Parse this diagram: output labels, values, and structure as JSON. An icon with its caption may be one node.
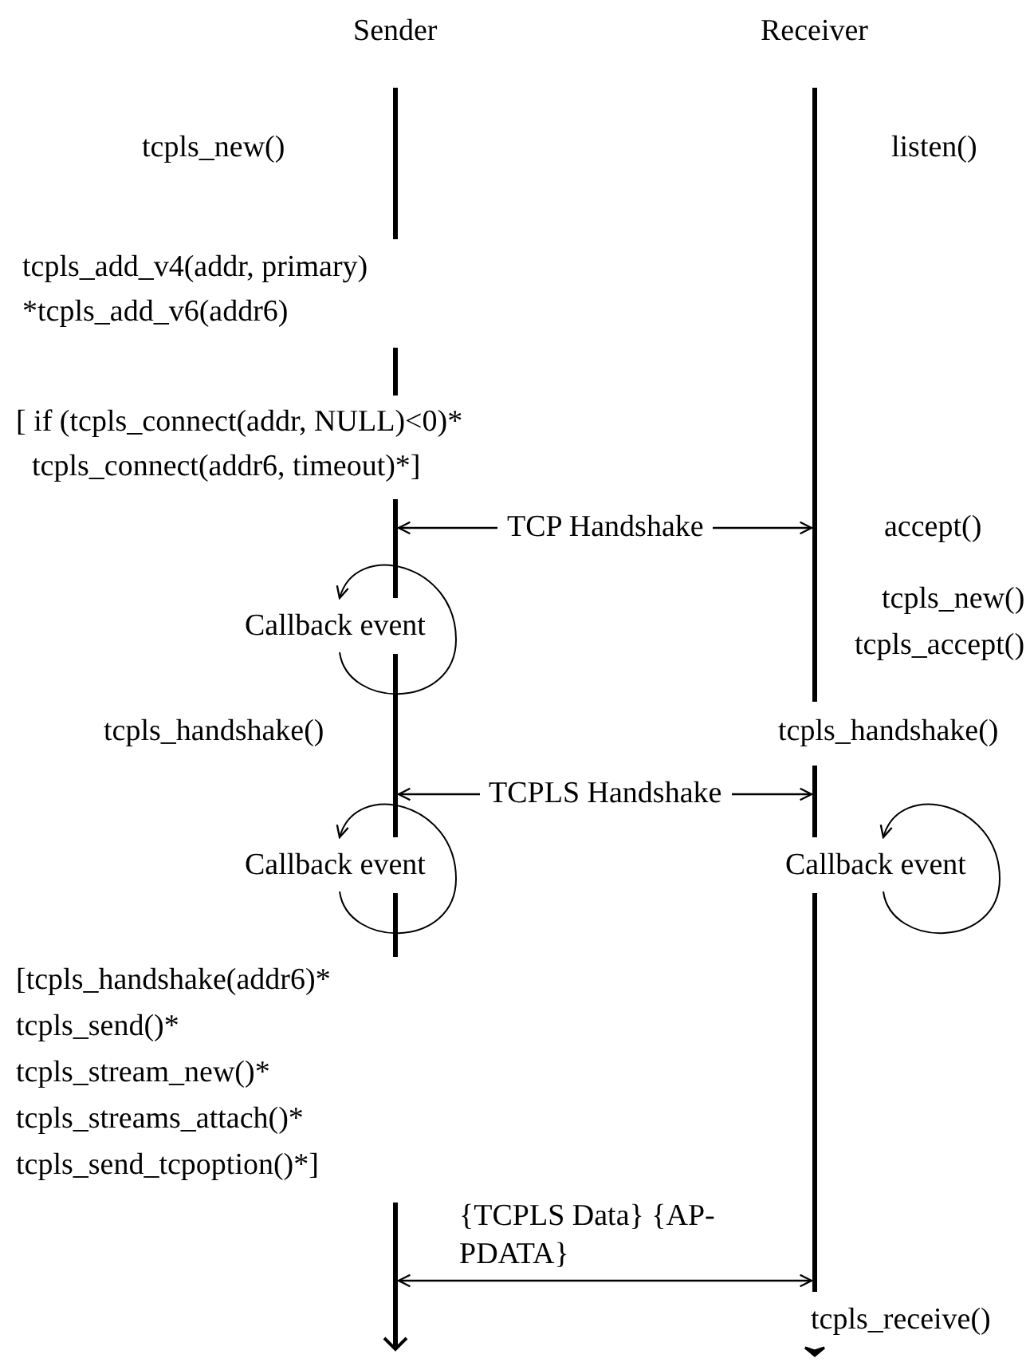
{
  "diagram": {
    "nodes": [
      {
        "text": [
          "Sender"
        ]
      },
      {
        "text": [
          "Receiver"
        ]
      }
    ],
    "edges": [
      {
        "from": 0,
        "to": 1,
        "arrow": "both",
        "label": "TCP Handshake"
      },
      {
        "from": 0,
        "to": 1,
        "arrow": "both",
        "label": "TCPLS Handshake"
      },
      {
        "from": 0,
        "to": 1,
        "arrow": "both",
        "label": "{TCPLS Data} {AP- PDATA}"
      }
    ],
    "labels": [
      "tcpls_new()",
      "listen()",
      "tcpls_add_v4(addr, primary)",
      "*tcpls_add_v6(addr6)",
      "[ if (tcpls_connect(addr, NULL)<0)*",
      "tcpls_connect(addr6, timeout)*]",
      "accept()",
      "Callback event",
      "tcpls_new()",
      "tcpls_accept()",
      "tcpls_handshake()",
      "tcpls_handshake()",
      "Callback event",
      "Callback event",
      "[tcpls_handshake(addr6)*",
      "tcpls_send()*",
      "tcpls_stream_new()*",
      "tcpls_streams_attach()*",
      "tcpls_send_tcpoption()*]",
      "tcpls_receive()"
    ]
  }
}
